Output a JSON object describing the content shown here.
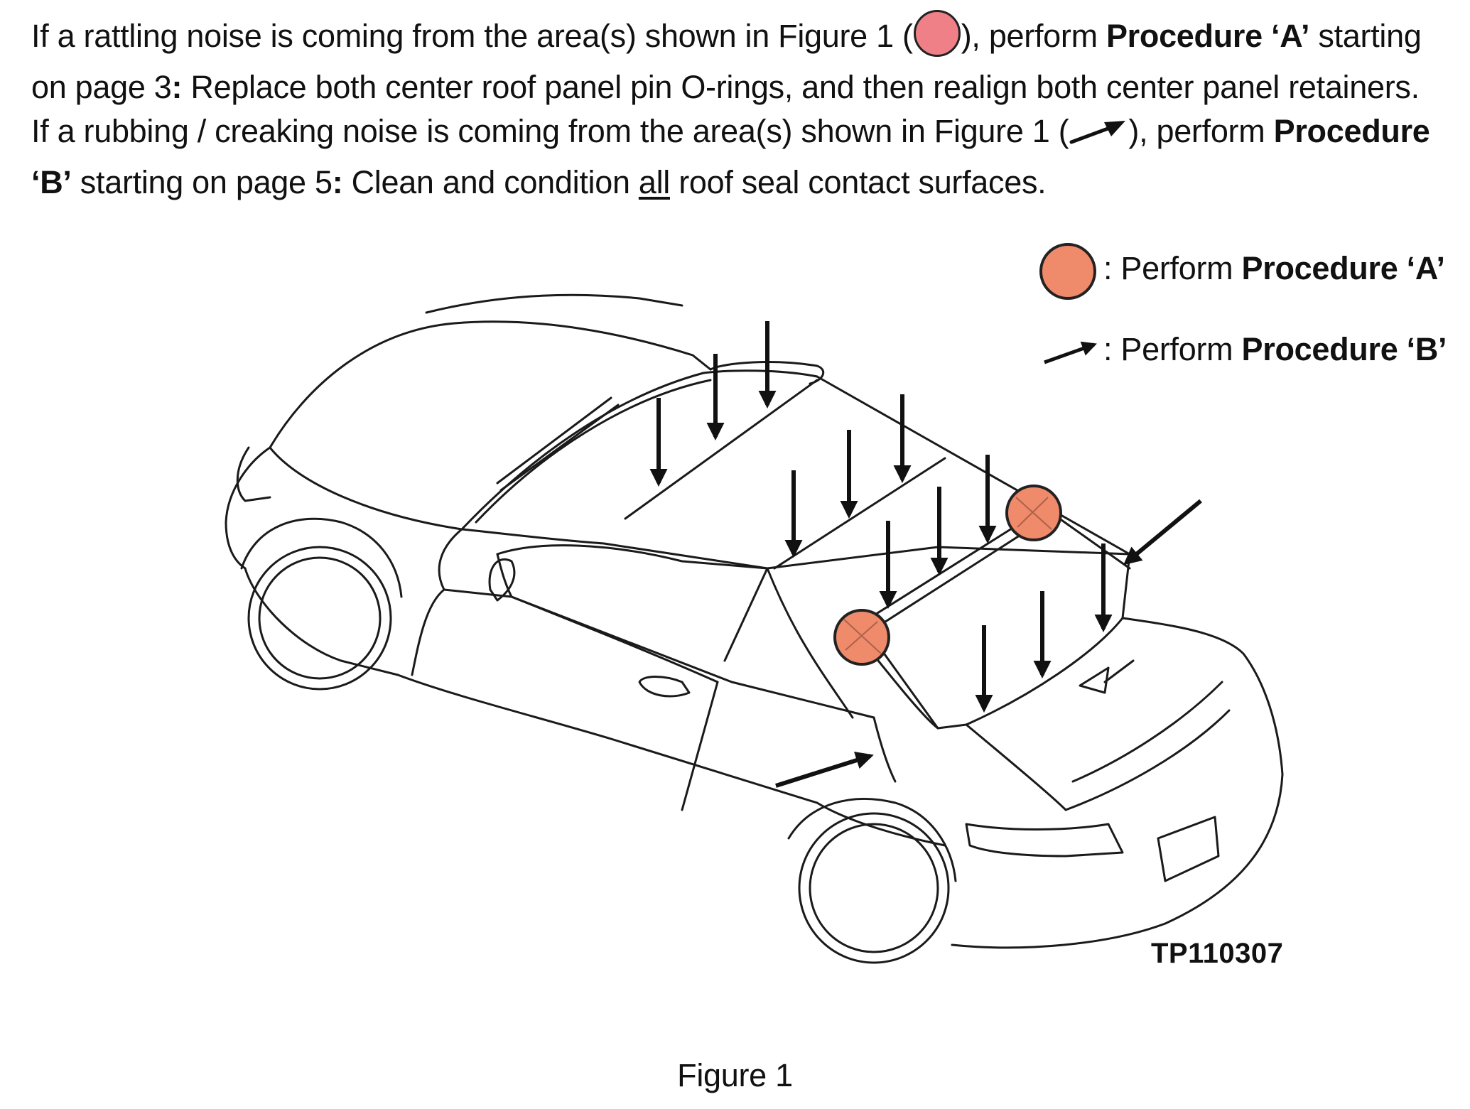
{
  "intro": {
    "p1": {
      "a": "If a rattling noise is coming from the area(s) shown in Figure 1 (",
      "b": "), perform ",
      "c": "Procedure ‘A’",
      "d": " starting on page 3",
      "e": ":",
      "f": " Replace both center roof panel pin O-rings, and then realign both center panel retainers."
    },
    "p2": {
      "a": "If a rubbing / creaking noise is coming from the area(s) shown in Figure 1 (",
      "b": "), perform ",
      "c": "Procedure ‘B’",
      "d": " starting on page 5",
      "e": ":",
      "f": " Clean and condition ",
      "g": "all",
      "h": " roof seal contact surfaces."
    }
  },
  "legend": {
    "a_prefix": ": Perform ",
    "a_bold": "Procedure ‘A’",
    "b_prefix": ": Perform ",
    "b_bold": "Procedure ‘B’"
  },
  "figure": {
    "code": "TP110307",
    "caption": "Figure 1"
  },
  "colors": {
    "marker_text": "#ef8087",
    "marker_legend": "#ef8a6a",
    "ink": "#111111"
  }
}
